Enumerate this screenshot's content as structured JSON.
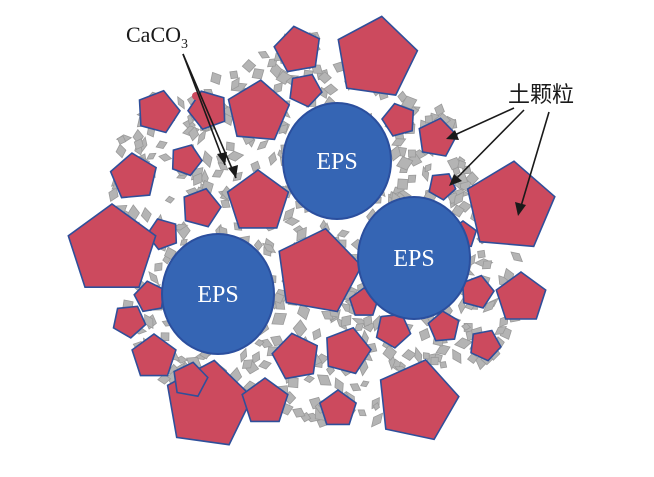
{
  "labels": {
    "caco3_main": "CaCO",
    "caco3_sub": "3",
    "soil_particles": "土颗粒",
    "eps": "EPS"
  },
  "colors": {
    "soil_fill": "#cc4a5e",
    "soil_stroke": "#2f4f9a",
    "eps_fill": "#3565b4",
    "eps_stroke": "#2b4f9e",
    "caco3_fill": "#b4b4b4",
    "caco3_stroke": "#9a9a9a",
    "text": "#1a1a1a"
  }
}
